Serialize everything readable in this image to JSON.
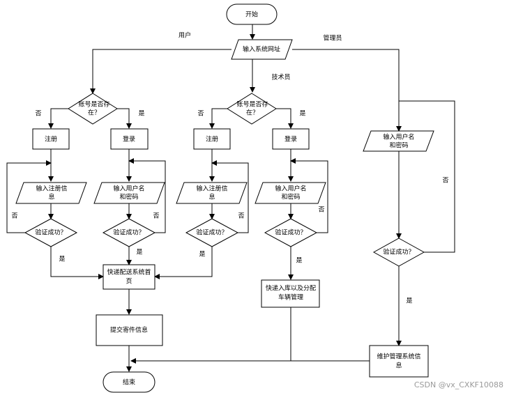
{
  "nodes": {
    "start": "开始",
    "input_url": "输入系统网址",
    "acc_exists_user": [
      "账号是否存",
      "在？"
    ],
    "acc_exists_tech": [
      "账号是否存",
      "在？"
    ],
    "register_user": "注册",
    "login_user": "登录",
    "register_tech": "注册",
    "login_tech": "登录",
    "input_reg_user": [
      "输入注册信",
      "息"
    ],
    "input_cred_user": [
      "输入用户名",
      "和密码"
    ],
    "input_reg_tech": [
      "输入注册信",
      "息"
    ],
    "input_cred_tech": [
      "输入用户名",
      "和密码"
    ],
    "input_cred_admin": [
      "输入用户名",
      "和密码"
    ],
    "verify_1": "验证成功？",
    "verify_2": "验证成功？",
    "verify_3": "验证成功？",
    "verify_4": "验证成功？",
    "verify_admin": "验证成功？",
    "express_home": [
      "快递配送系统首",
      "页"
    ],
    "warehouse": [
      "快递入库以及分配",
      "车辆管理"
    ],
    "submit_order": "提交寄件信息",
    "maintain": [
      "维护管理系统信",
      "息"
    ],
    "end": "结束"
  },
  "edge_labels": {
    "user": "用户",
    "admin": "管理员",
    "tech": "技术员",
    "no_1": "否",
    "yes_1": "是",
    "no_2": "否",
    "yes_2": "是",
    "no_3": "否",
    "no_4": "否",
    "yes_3": "是",
    "no_5": "否",
    "yes_4": "是",
    "no_6": "否",
    "yes_5": "是",
    "no_admin": "否",
    "yes_admin": "是"
  },
  "watermark": "CSDN @vx_CXKF10088"
}
